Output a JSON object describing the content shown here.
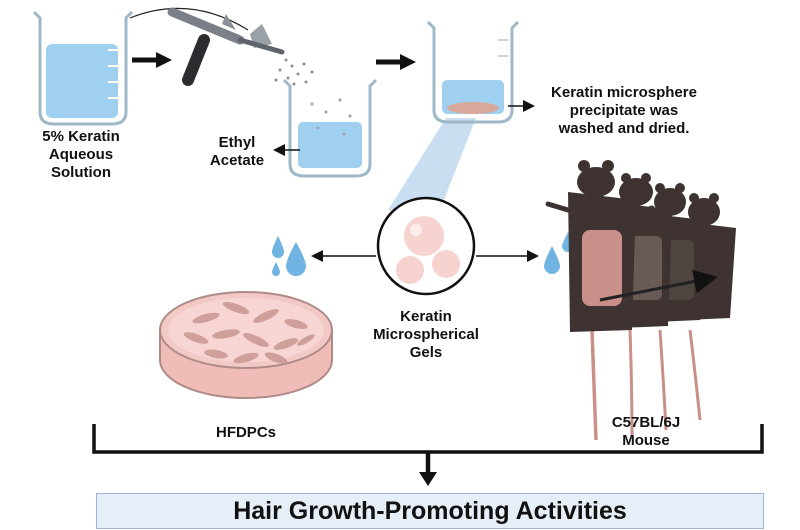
{
  "labels": {
    "keratin_solution": [
      "5% Keratin",
      "Aqueous",
      "Solution"
    ],
    "ethyl_acetate": [
      "Ethyl",
      "Acetate"
    ],
    "precipitate": [
      "Keratin microsphere",
      "precipitate was",
      "washed and dried."
    ],
    "gels": [
      "Keratin",
      "Microspherical",
      "Gels"
    ],
    "cells": "HFDPCs",
    "mouse": [
      "C57BL/6J",
      "Mouse"
    ]
  },
  "result": "Hair Growth-Promoting Activities",
  "colors": {
    "water": "#8ec8ec",
    "beaker_outline": "#9fb8c8",
    "precipitate": "#d8a89a",
    "dish": "#f3c9c6",
    "cells": "#cf9f99",
    "microsphere": "#f7d3cf",
    "mouse_fur": "#3e3330",
    "mouse_skin": "#c89088",
    "droplet": "#6fb4e2",
    "beam": "#bcd6ee",
    "result_box": "#e6eef8"
  },
  "icons": [
    "beaker-icon",
    "airbrush-icon",
    "petri-dish-icon",
    "microsphere-icon",
    "water-drop-icon",
    "mouse-icon"
  ]
}
